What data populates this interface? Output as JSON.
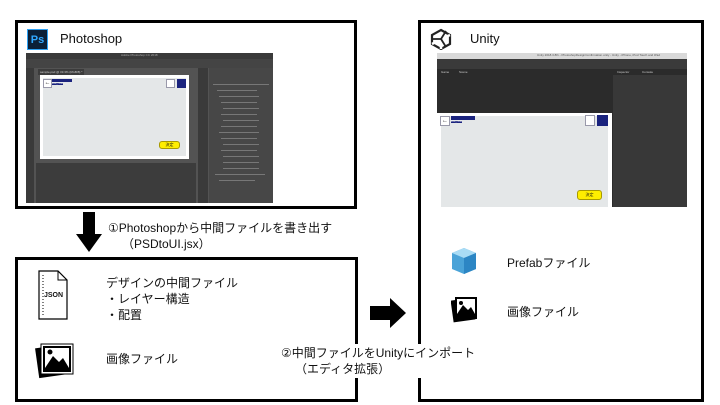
{
  "photoshop": {
    "title": "Photoshop",
    "logo_text": "Ps",
    "window_title": "Adobe Photoshop CC 2018",
    "doc_tab": "sample.psd @ 33.3% (RGB/8) *",
    "ok_button": "決定",
    "user_id": "0000_97089"
  },
  "unity": {
    "title": "Unity",
    "window_title": "Unity 2018.3.8f1 - PhotoshopDesignConfirmation.unity - Unity - iPhone, iPod Touch and iPad",
    "tabs": [
      "Game",
      "Scene"
    ],
    "panel_tabs": [
      "Inspector",
      "Console"
    ],
    "ok_button": "決定",
    "user_id": "0000_97089"
  },
  "step1": {
    "line1": "①Photoshopから中間ファイルを書き出す",
    "line2": "（PSDtoUI.jsx）"
  },
  "step2": {
    "line1": "②中間ファイルをUnityにインポート",
    "line2": "（エディタ拡張）"
  },
  "intermediate": {
    "json_icon_text": "JSON",
    "heading": "デザインの中間ファイル",
    "bullets": [
      "・レイヤー構造",
      "・配置"
    ],
    "image_label": "画像ファイル"
  },
  "unity_output": {
    "prefab_label": "Prefabファイル",
    "image_label": "画像ファイル"
  }
}
